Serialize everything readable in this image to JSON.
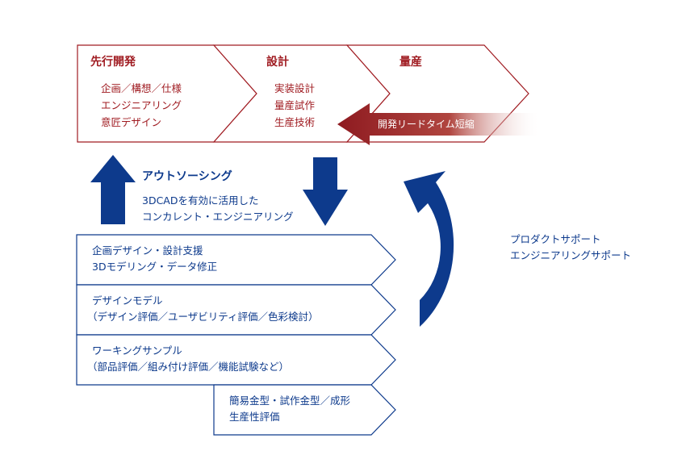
{
  "process": {
    "stage1": {
      "title": "先行開発",
      "items": [
        "企画／構想／仕様",
        "エンジニアリング",
        "意匠デザイン"
      ]
    },
    "stage2": {
      "title": "設計",
      "items": [
        "実装設計",
        "量産試作",
        "生産技術"
      ]
    },
    "stage3": {
      "title": "量産"
    },
    "leadtime_label": "開発リードタイム短縮"
  },
  "outsourcing": {
    "title": "アウトソーシング",
    "desc": [
      "3DCADを有効に活用した",
      "コンカレント・エンジニアリング"
    ]
  },
  "services": [
    {
      "lines": [
        "企画デザイン・設計支援",
        "3Dモデリング・データ修正"
      ]
    },
    {
      "lines": [
        "デザインモデル",
        "（デザイン評価／ユーザビリティ評価／色彩検討）"
      ]
    },
    {
      "lines": [
        "ワーキングサンプル",
        "（部品評価／組み付け評価／機能試験など）"
      ]
    },
    {
      "lines": [
        "簡易金型・試作金型／成形",
        "生産性評価"
      ]
    }
  ],
  "support": {
    "lines": [
      "プロダクトサポート",
      "エンジニアリングサポート"
    ]
  },
  "colors": {
    "red": "#a01c22",
    "blue": "#0d3a8c"
  }
}
